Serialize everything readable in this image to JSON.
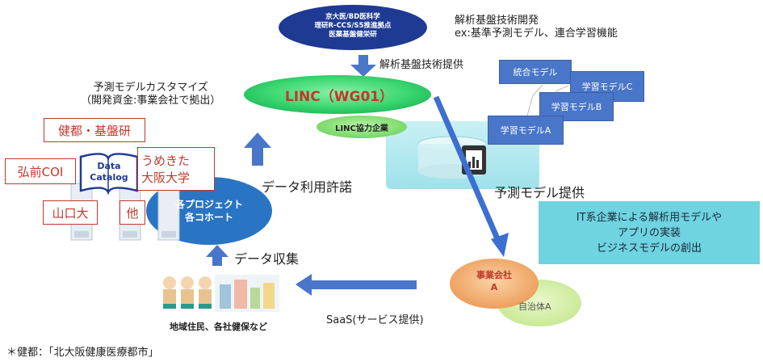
{
  "top_org": {
    "line1": "京大医/BD医科学",
    "line2": "理研R-CCS/S5推進拠点",
    "line3": "医薬基盤健栄研"
  },
  "tech_dev": {
    "line1": "解析基盤技術開発",
    "line2": "ex:基準予測モデル、連合学習機能"
  },
  "tech_provide_label": "解析基盤技術提供",
  "linc_label": "LINC（WG01）",
  "linc_partner_label": "LINC協力企業",
  "customize": {
    "line1": "予測モデルカスタマイズ",
    "line2": "（開発資金:事業会社で拠出）"
  },
  "models": {
    "integrated": "統合モデル",
    "c": "学習モデルC",
    "b": "学習モデルB",
    "a": "学習モデルA"
  },
  "sites": {
    "kento": "健都・基盤研",
    "hirosaki": "弘前COI",
    "umekita": "うめきた",
    "osaka": "大阪大学",
    "yamaguchi": "山口大",
    "other": "他"
  },
  "data_catalog": {
    "line1": "Data",
    "line2": "Catalog"
  },
  "data_permission_label": "データ利用許諾",
  "projects": {
    "line1": "各プロジェクト",
    "line2": "各コホート"
  },
  "prediction_provide_label": "予測モデル提供",
  "it_box": {
    "line1": "IT系企業による解析用モデルや",
    "line2": "アプリの実装",
    "line3": "ビジネスモデルの創出"
  },
  "data_collect_label": "データ収集",
  "residents_label": "地域住民、各社健保など",
  "business": {
    "line1": "事業会社",
    "line2": "A"
  },
  "municipality_label": "自治体A",
  "saas_label": "SaaS(サービス提供)",
  "footnote": "＊健都：「北大阪健康医療都市」",
  "colors": {
    "navy": "#1f3a93",
    "green": "#33cc66",
    "model_blue": "#4a76c9",
    "teal_box": "#6fd3e0",
    "red": "#c0392b",
    "orange": "#f2a65a"
  }
}
